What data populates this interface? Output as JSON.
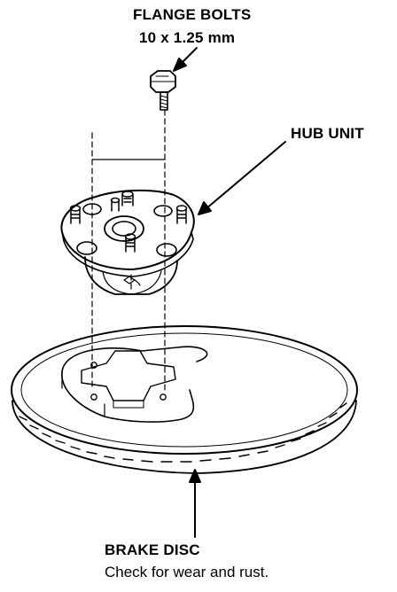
{
  "labels": {
    "flange_bolts": "FLANGE BOLTS",
    "flange_bolts_size": "10 x 1.25 mm",
    "hub_unit": "HUB UNIT",
    "brake_disc": "BRAKE DISC",
    "brake_disc_note": "Check for wear and rust."
  },
  "colors": {
    "line": "#000000",
    "background": "#ffffff"
  }
}
